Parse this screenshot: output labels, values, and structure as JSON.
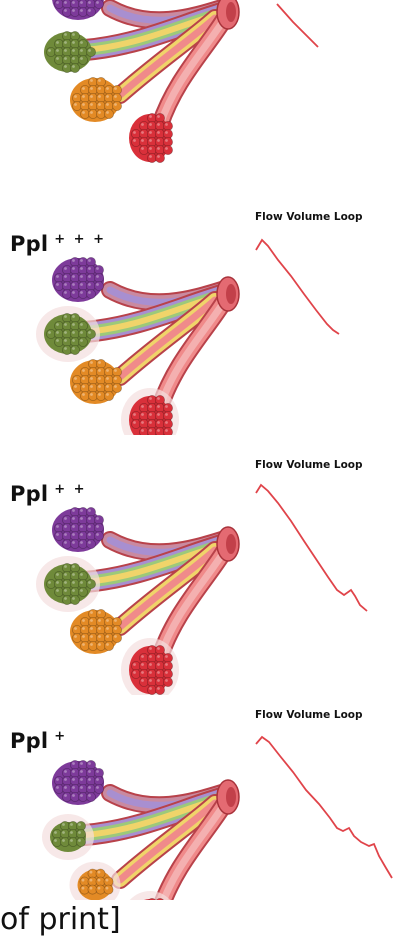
{
  "panels": [
    {
      "id": "panel-0",
      "loop_title": "",
      "pressure_label": "",
      "pressure_level": "",
      "trace_color": "#e0444a"
    },
    {
      "id": "panel-1",
      "loop_title": "Flow Volume Loop",
      "pressure_label": "Ppl",
      "pressure_level": "+ + +",
      "trace_color": "#e0444a"
    },
    {
      "id": "panel-2",
      "loop_title": "Flow Volume Loop",
      "pressure_label": "Ppl",
      "pressure_level": "+ +",
      "trace_color": "#e0444a"
    },
    {
      "id": "panel-3",
      "loop_title": "Flow Volume Loop",
      "pressure_label": "Ppl",
      "pressure_level": "+",
      "trace_color": "#e0444a"
    }
  ],
  "alveoli_colors": {
    "purple": "#7d3a9a",
    "green": "#6f8a3a",
    "orange": "#e38a25",
    "red": "#d9303a"
  },
  "airway_colors": [
    "#c98aa0",
    "#a88fd0",
    "#9cc97a",
    "#f0d46a",
    "#f08a8a"
  ],
  "footer_text": "of print]"
}
